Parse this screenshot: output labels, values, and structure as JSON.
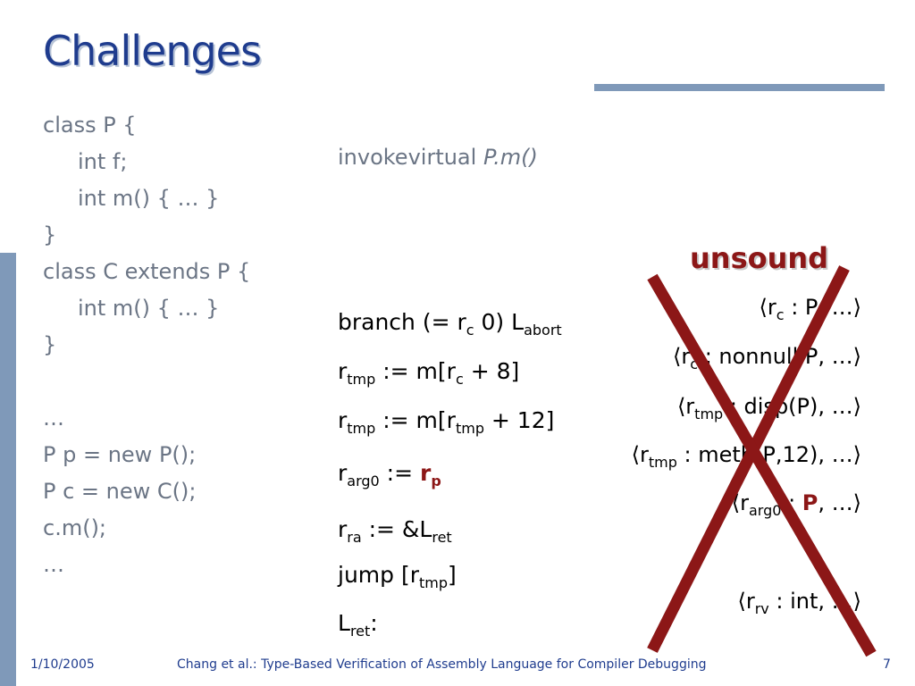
{
  "title": "Challenges",
  "source_code": {
    "line1": "class P {",
    "line2": "int f;",
    "line3": "int m() { … }",
    "line4": "}",
    "line5": "class C extends P {",
    "line6": "int m() { … }",
    "line7": "}",
    "line8": "…",
    "line9": "P p = new P();",
    "line10": "P c = new C();",
    "line11": "c.m();",
    "line12": "…"
  },
  "bytecode": {
    "op": "invokevirtual ",
    "target": "P.m()"
  },
  "assembly": {
    "l1": {
      "a": "branch (= r",
      "b": "c",
      "c": " 0) L",
      "d": "abort"
    },
    "l2": {
      "a": "r",
      "b": "tmp",
      "c": " := m[r",
      "d": "c",
      "e": " + 8]"
    },
    "l3": {
      "a": "r",
      "b": "tmp",
      "c": " := m[r",
      "d": "tmp",
      "e": " + 12]"
    },
    "l4": {
      "a": "r",
      "b": "arg0",
      "c": " := ",
      "d": "r",
      "e": "p"
    },
    "l5": {
      "a": "r",
      "b": "ra",
      "c": " := &L",
      "d": "ret"
    },
    "l6": {
      "a": "jump [r",
      "b": "tmp",
      "c": "]"
    },
    "l7": {
      "a": "L",
      "b": "ret",
      "c": ":"
    }
  },
  "unsound_label": "unsound",
  "types": {
    "t1": {
      "a": "⟨r",
      "b": "c",
      "c": " : P, …⟩"
    },
    "t2": {
      "a": "⟨r",
      "b": "c",
      "c": " : nonnull P, …⟩"
    },
    "t3": {
      "a": "⟨r",
      "b": "tmp",
      "c": " : disp(P), …⟩"
    },
    "t4": {
      "a": "⟨r",
      "b": "tmp",
      "c": " : meth(P,12), …⟩"
    },
    "t5": {
      "a": "⟨r",
      "b": "arg0",
      "c": " : ",
      "d": "P",
      "e": ", …⟩"
    },
    "t6": {
      "a": "⟨r",
      "b": "rv",
      "c": " : int, …⟩"
    }
  },
  "footer": {
    "date": "1/10/2005",
    "title": "Chang et al.: Type-Based Verification of Assembly Language for Compiler Debugging",
    "page": "7"
  },
  "colors": {
    "title": "#1f3c8e",
    "accent_bar": "#7f99b9",
    "cross": "#8c1717"
  }
}
